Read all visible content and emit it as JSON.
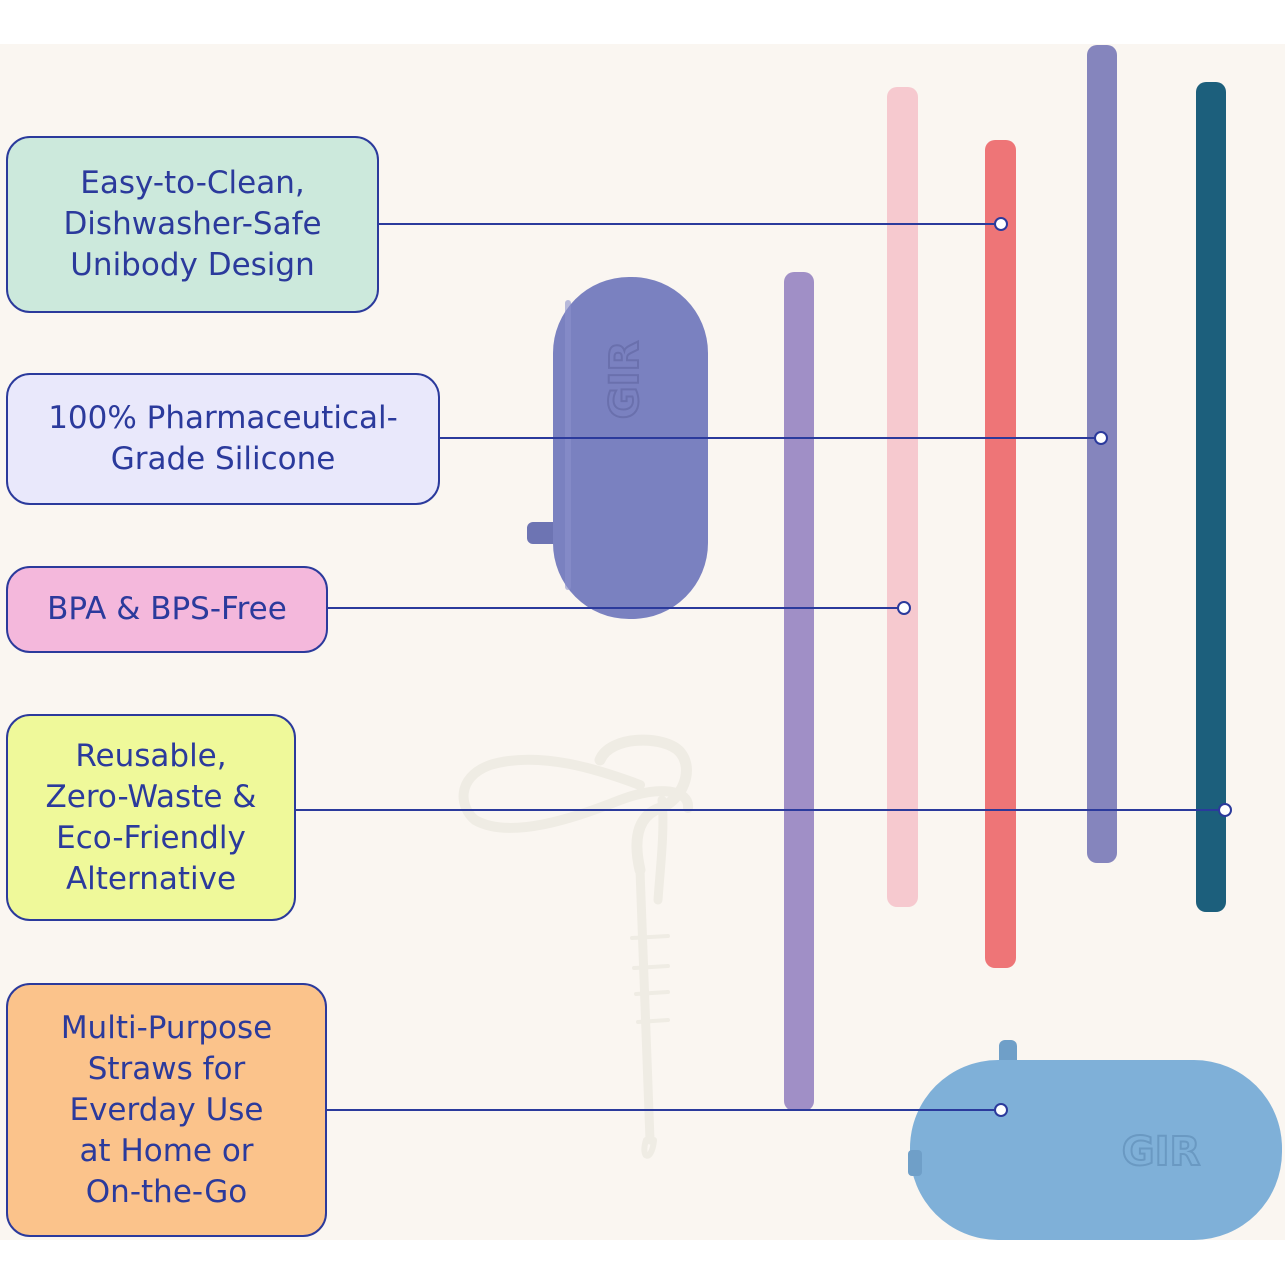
{
  "callouts": [
    {
      "text": "Easy-to-Clean,\nDishwasher-Safe\nUnibody Design",
      "color": "#cce9dc"
    },
    {
      "text": "100% Pharmaceutical-\nGrade Silicone",
      "color": "#e9e8fb"
    },
    {
      "text": "BPA & BPS-Free",
      "color": "#f4b8dc"
    },
    {
      "text": "Reusable,\nZero-Waste &\nEco-Friendly\nAlternative",
      "color": "#eff99a"
    },
    {
      "text": "Multi-Purpose\nStraws for\nEverday Use\nat Home or\nOn-the-Go",
      "color": "#fbc38b"
    }
  ],
  "products": {
    "case_logo": "GIR",
    "straw_colors": [
      "#a08fc6",
      "#f6c9cf",
      "#ee7577",
      "#8585bd",
      "#1c5f7c"
    ],
    "case_colors": [
      "#7a81c0",
      "#7fb0d8"
    ],
    "brush_color": "#efece4"
  },
  "accent_color": "#2b3a9c"
}
